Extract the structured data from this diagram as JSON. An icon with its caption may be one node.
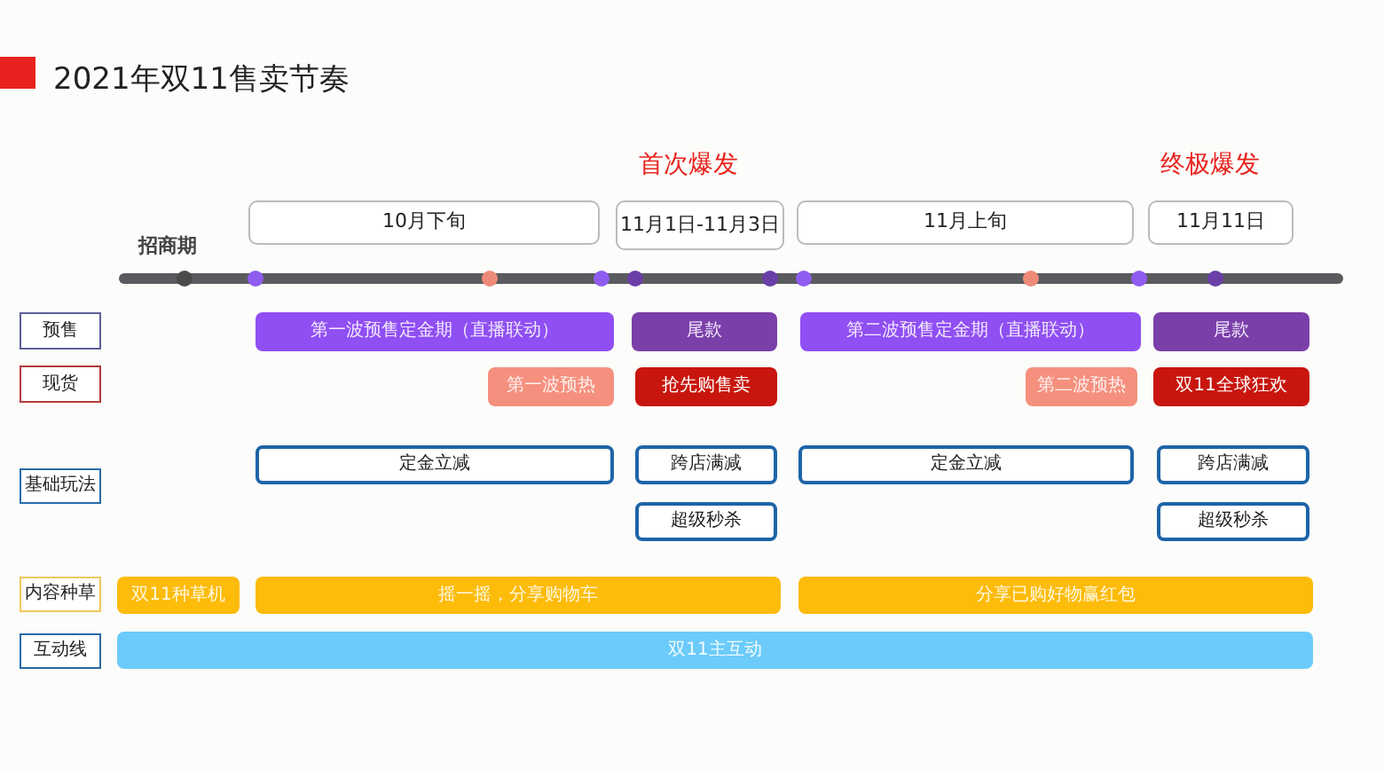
{
  "diagram": {
    "title": "2021年双11售卖节奏",
    "nodes": [
      {
        "text": [
          "10月下旬"
        ]
      },
      {
        "text": [
          "11月1日-11月3日"
        ]
      },
      {
        "text": [
          "11月上旬"
        ]
      },
      {
        "text": [
          "11月11日"
        ]
      },
      {
        "text": [
          "预售"
        ]
      },
      {
        "text": [
          "第一波预售定金期（直播联动）"
        ]
      },
      {
        "text": [
          "尾款"
        ]
      },
      {
        "text": [
          "第二波预售定金期（直播联动）"
        ]
      },
      {
        "text": [
          "尾款"
        ]
      },
      {
        "text": [
          "现货"
        ]
      },
      {
        "text": [
          "第一波预热"
        ]
      },
      {
        "text": [
          "抢先购售卖"
        ]
      },
      {
        "text": [
          "第二波预热"
        ]
      },
      {
        "text": [
          "双11全球狂欢"
        ]
      },
      {
        "text": [
          "基础玩法"
        ]
      },
      {
        "text": [
          "定金立减"
        ]
      },
      {
        "text": [
          "跨店满减"
        ]
      },
      {
        "text": [
          "定金立减"
        ]
      },
      {
        "text": [
          "跨店满减"
        ]
      },
      {
        "text": [
          "超级秒杀"
        ]
      },
      {
        "text": [
          "超级秒杀"
        ]
      },
      {
        "text": [
          "内容种草"
        ]
      },
      {
        "text": [
          "双11种草机"
        ]
      },
      {
        "text": [
          "摇一摇，分享购物车"
        ]
      },
      {
        "text": [
          "分享已购好物赢红包"
        ]
      },
      {
        "text": [
          "互动线"
        ]
      },
      {
        "text": [
          "双11主互动"
        ]
      }
    ],
    "labels": [
      "首次爆发",
      "终极爆发",
      "招商期"
    ]
  }
}
